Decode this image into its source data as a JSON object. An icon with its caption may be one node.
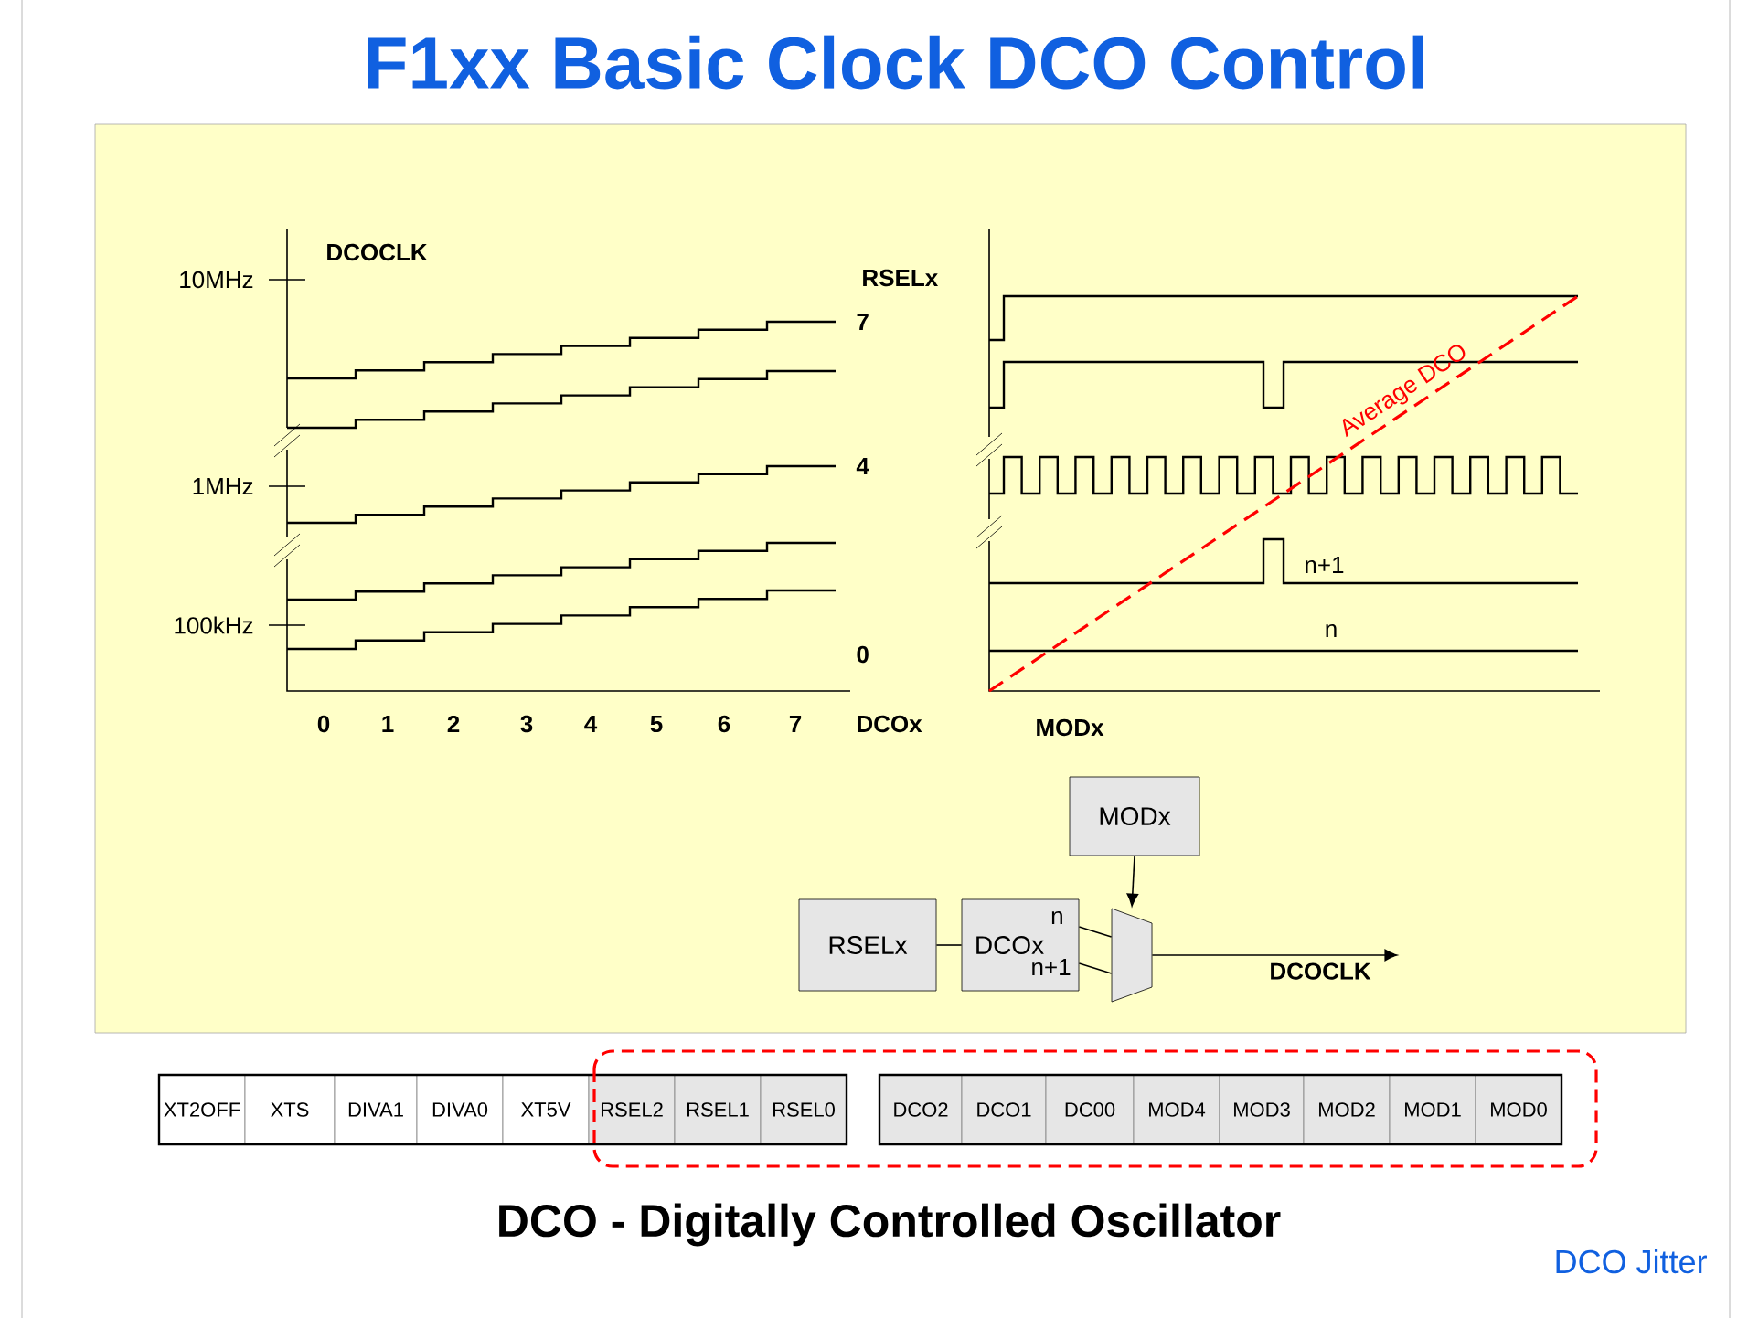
{
  "diagram": {
    "title": "F1xx Basic Clock DCO Control",
    "caption": "DCO - Digitally Controlled Oscillator",
    "nodes": [
      {
        "text": [
          "RSELx"
        ]
      },
      {
        "text": [
          "DCOx",
          "n",
          "n+1"
        ]
      },
      {
        "text": [
          "MODx"
        ]
      },
      {
        "text": [],
        "shape": "trapezoid"
      }
    ],
    "edges": [
      {
        "from": 0,
        "to": 1,
        "arrow": "none"
      },
      {
        "from": 1,
        "to": 3,
        "arrow": "none"
      },
      {
        "from": 1,
        "to": 3,
        "arrow": "none"
      },
      {
        "from": 2,
        "to": 3,
        "arrow": "to"
      },
      {
        "from": 3,
        "to": null,
        "arrow": "to",
        "label": "DCOCLK"
      }
    ],
    "labels": [
      "DCOCLK",
      "10MHz",
      "RSELx",
      "7",
      "1MHz",
      "4",
      "100kHz",
      "0",
      "0",
      "1",
      "2",
      "3",
      "4",
      "5",
      "6",
      "7",
      "DCOx",
      "Average DCO",
      "n+1",
      "n",
      "MODx",
      "XT2OFF",
      "XTS",
      "DIVA1",
      "DIVA0",
      "XT5V",
      "RSEL2",
      "RSEL1",
      "RSEL0",
      "DCO2",
      "DCO1",
      "DC00",
      "MOD4",
      "MOD3",
      "MOD2",
      "MOD1",
      "MOD0",
      "DCO Jitter"
    ]
  }
}
